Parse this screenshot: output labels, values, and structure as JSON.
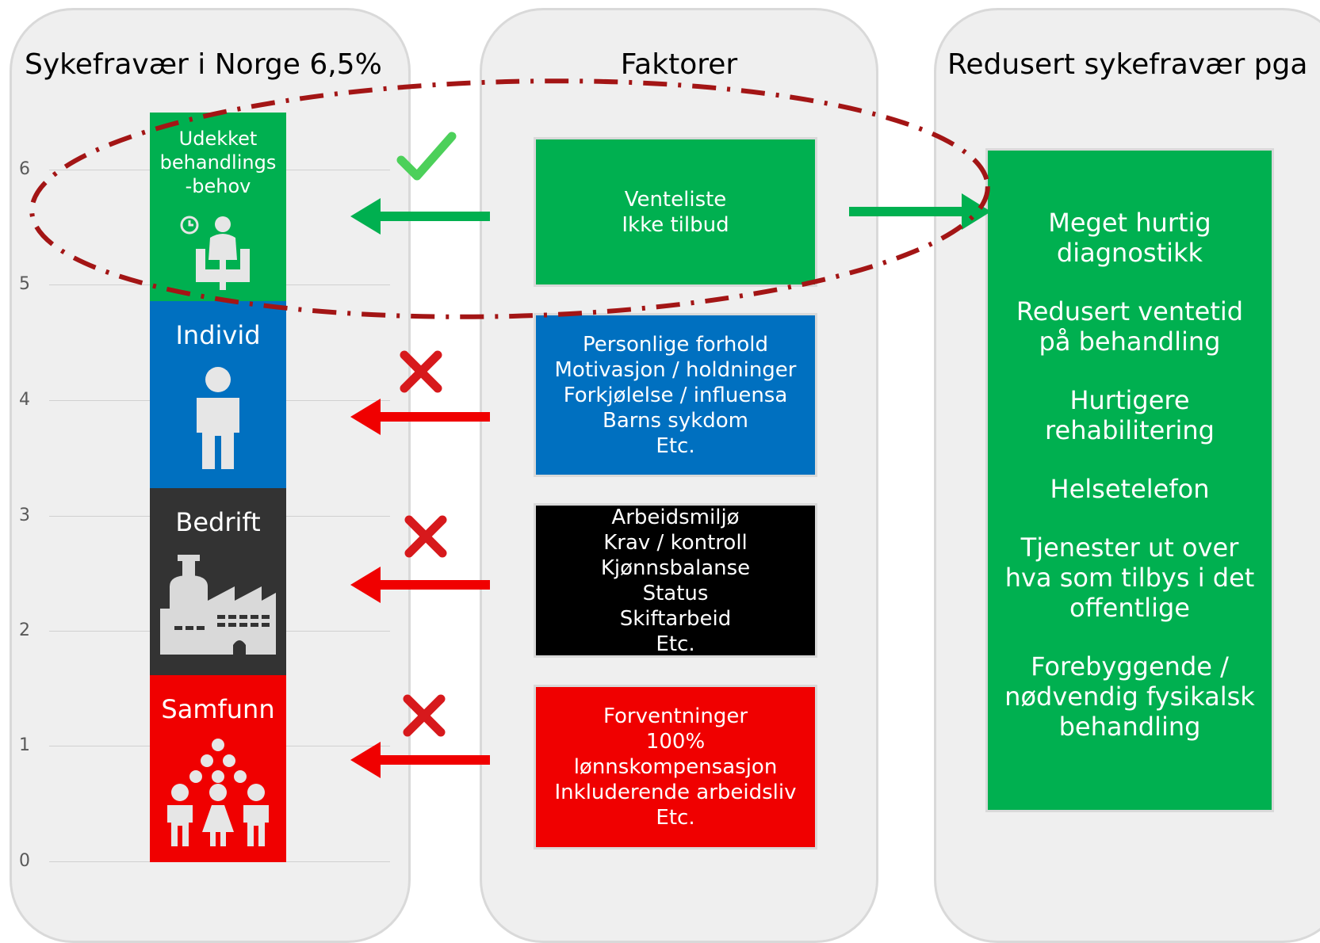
{
  "panels": {
    "left_title": "Sykefravær i Norge 6,5%",
    "mid_title": "Faktorer",
    "right_title": "Redusert sykefravær pga"
  },
  "axis": {
    "ticks": [
      "0",
      "1",
      "2",
      "3",
      "4",
      "5",
      "6"
    ]
  },
  "segments": {
    "udekket": {
      "label_lines": [
        "Udekket",
        "behandlings",
        "-behov"
      ],
      "color": "#00b050",
      "icon": "waiting-person-icon"
    },
    "individ": {
      "label": "Individ",
      "color": "#0070c0",
      "icon": "person-icon"
    },
    "bedrift": {
      "label": "Bedrift",
      "color": "#333333",
      "icon": "factory-icon"
    },
    "samfunn": {
      "label": "Samfunn",
      "color": "#f00000",
      "icon": "community-icon"
    }
  },
  "factors": {
    "venteliste": [
      "Venteliste",
      "Ikke tilbud"
    ],
    "individ": [
      "Personlige forhold",
      "Motivasjon / holdninger",
      "Forkjølelse / influensa",
      "Barns sykdom",
      "Etc."
    ],
    "bedrift": [
      "Arbeidsmiljø",
      "Krav / kontroll",
      "Kjønnsbalanse",
      "Status",
      "Skiftarbeid",
      "Etc."
    ],
    "samfunn": [
      "Forventninger",
      "100%",
      "lønnskompensasjon",
      "Inkluderende arbeidsliv",
      "Etc."
    ]
  },
  "benefits": [
    [
      "Meget hurtig",
      "diagnostikk"
    ],
    [
      "Redusert ventetid",
      "på behandling"
    ],
    [
      "Hurtigere",
      "rehabilitering"
    ],
    [
      "Helsetelefon"
    ],
    [
      "Tjenester ut over",
      "hva som tilbys i det",
      "offentlige"
    ],
    [
      "Forebyggende /",
      "nødvendig fysikalsk",
      "behandling"
    ]
  ],
  "markers": [
    "check-icon",
    "cross-icon",
    "cross-icon",
    "cross-icon"
  ],
  "colors": {
    "green": "#00b050",
    "blue": "#0070c0",
    "dark": "#333333",
    "red": "#f00000",
    "ellipse": "#a31515"
  }
}
